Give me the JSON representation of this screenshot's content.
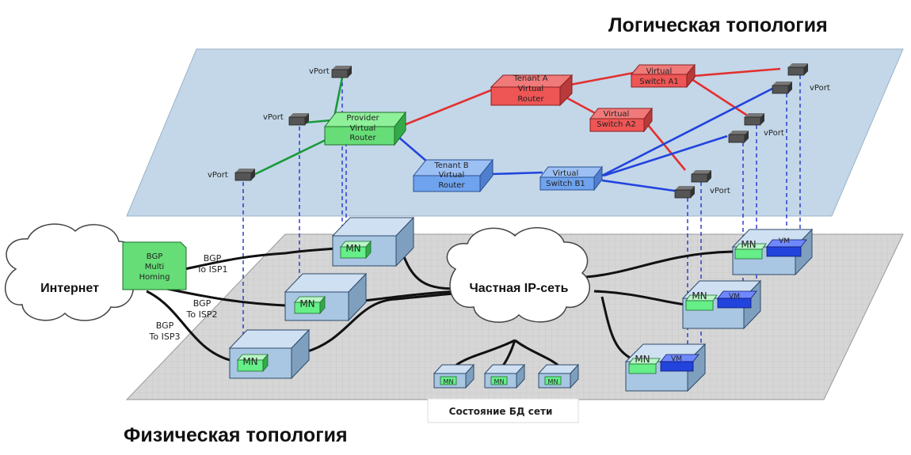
{
  "titles": {
    "logical": "Логическая топология",
    "physical": "Физическая топология"
  },
  "logical": {
    "routers": {
      "provider": [
        "Provider",
        "Virtual",
        "Router"
      ],
      "tenant_a": [
        "Tenant A",
        "Virtual",
        "Router"
      ],
      "tenant_b": [
        "Tenant B",
        "Virtual",
        "Router"
      ]
    },
    "switches": {
      "a1": [
        "Virtual",
        "Switch A1"
      ],
      "a2": [
        "Virtual",
        "Switch A2"
      ],
      "b1": [
        "Virtual",
        "Switch B1"
      ]
    },
    "vport_label": "vPort"
  },
  "physical": {
    "internet": "Интернет",
    "private_net": "Частная IP-сеть",
    "bgp_box": [
      "BGP",
      "Multi",
      "Homing"
    ],
    "bgp_links": [
      [
        "BGP",
        "To ISP1"
      ],
      [
        "BGP",
        "To ISP2"
      ],
      [
        "BGP",
        "To ISP3"
      ]
    ],
    "mn": "MN",
    "vm": "VM",
    "db_state": "Состояние БД сети"
  },
  "colors": {
    "logical_plane": "#c3d7e8",
    "physical_plane": "#d3d3d3",
    "provider": "#66dd77",
    "tenant_a": "#ee5555",
    "tenant_b": "#6fa3ee",
    "vm": "#2244dd",
    "mn": "#66ee88",
    "host": "#a9c6e2"
  }
}
